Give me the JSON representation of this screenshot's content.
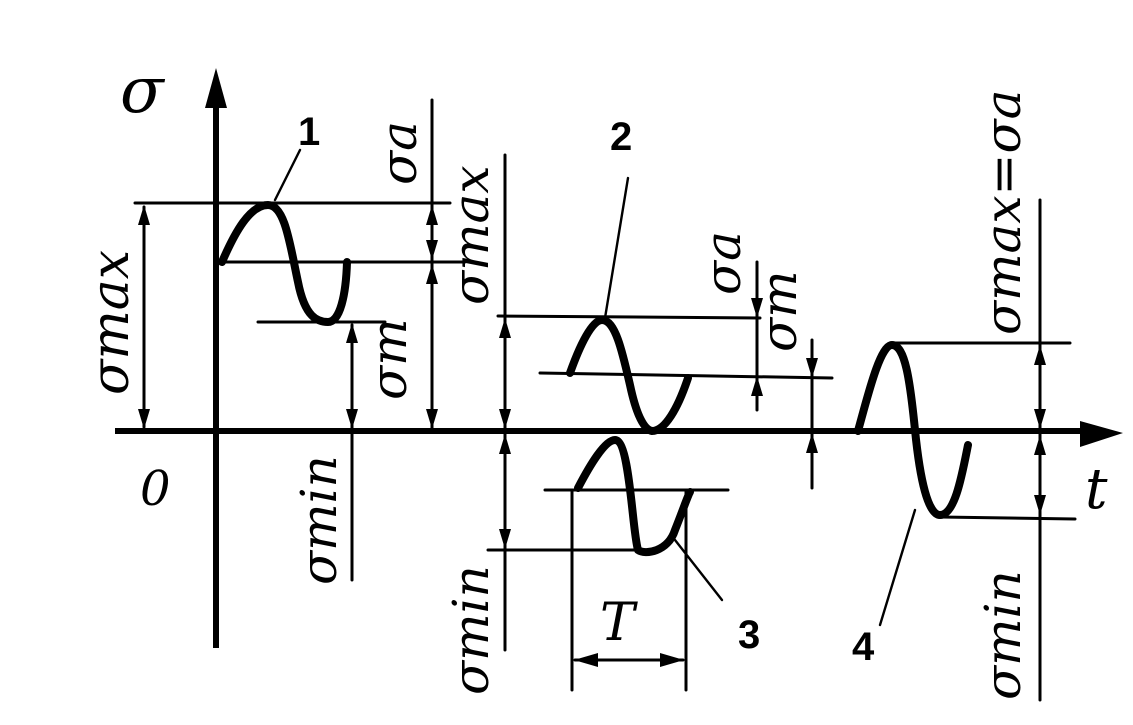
{
  "axes": {
    "y_symbol": "σ",
    "x_symbol": "t",
    "origin": "0"
  },
  "curve_labels": [
    "1",
    "2",
    "3",
    "4"
  ],
  "dimensions": {
    "sigma_max_1": "σmax",
    "sigma_a_1": "σa",
    "sigma_m_1": "σm",
    "sigma_min_1": "σmin",
    "sigma_max_2": "σmax",
    "sigma_a_2": "σa",
    "sigma_m_2": "σm",
    "sigma_min_3": "σmin",
    "period": "T",
    "sigma_max_eq_a_4": "σmax=σa",
    "sigma_min_4": "σmin"
  }
}
